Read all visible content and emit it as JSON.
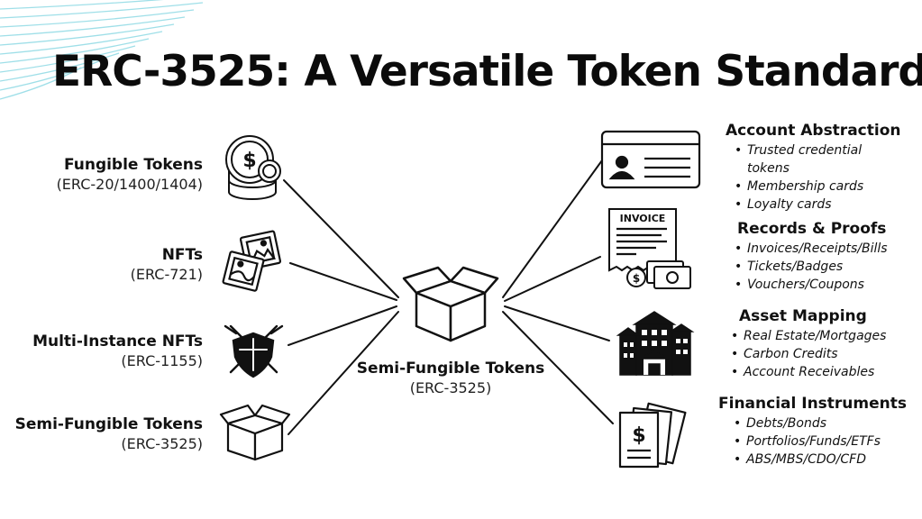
{
  "title": "ERC-3525: A Versatile Token Standard",
  "left_items": [
    {
      "name": "Fungible Tokens",
      "standard": "(ERC-20/1400/1404)",
      "icon": "coin-stack-icon"
    },
    {
      "name": "NFTs",
      "standard": "(ERC-721)",
      "icon": "picture-frames-icon"
    },
    {
      "name": "Multi-Instance NFTs",
      "standard": "(ERC-1155)",
      "icon": "shield-swords-icon"
    },
    {
      "name": "Semi-Fungible Tokens",
      "standard": "(ERC-3525)",
      "icon": "open-box-icon"
    }
  ],
  "center": {
    "name": "Semi-Fungible Tokens",
    "standard": "(ERC-3525)",
    "icon": "open-box-icon"
  },
  "right_sections": [
    {
      "heading": "Account Abstraction",
      "icon": "id-card-icon",
      "bullets": [
        "Trusted credential",
        "tokens",
        "Membership cards",
        "Loyalty cards"
      ]
    },
    {
      "heading": "Records & Proofs",
      "icon": "invoice-icon",
      "invoice_word": "INVOICE",
      "bullets": [
        "Invoices/Receipts/Bills",
        "Tickets/Badges",
        "Vouchers/Coupons"
      ]
    },
    {
      "heading": "Asset Mapping",
      "icon": "buildings-icon",
      "bullets": [
        "Real Estate/Mortgages",
        "Carbon Credits",
        "Account Receivables"
      ]
    },
    {
      "heading": "Financial Instruments",
      "icon": "financial-documents-icon",
      "bullets": [
        "Debts/Bonds",
        "Portfolios/Funds/ETFs",
        "ABS/MBS/CDO/CFD"
      ]
    }
  ],
  "colors": {
    "accent_lines": "#9fdfe8",
    "ink": "#111111"
  }
}
